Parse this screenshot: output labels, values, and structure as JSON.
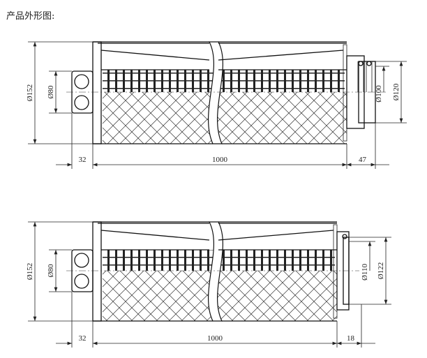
{
  "title": "产品外形图:",
  "views": [
    {
      "name": "top-view",
      "dims": {
        "outer_dia": "Ø152",
        "inlet_dia": "Ø80",
        "outlet_inner_dia": "Ø100",
        "outlet_outer_dia": "Ø120",
        "inlet_len": "32",
        "body_len": "1000",
        "outlet_len": "47"
      }
    },
    {
      "name": "bottom-view",
      "dims": {
        "outer_dia": "Ø152",
        "inlet_dia": "Ø80",
        "outlet_inner_dia": "Ø110",
        "outlet_outer_dia": "Ø122",
        "inlet_len": "32",
        "body_len": "1000",
        "outlet_len": "18"
      }
    }
  ]
}
